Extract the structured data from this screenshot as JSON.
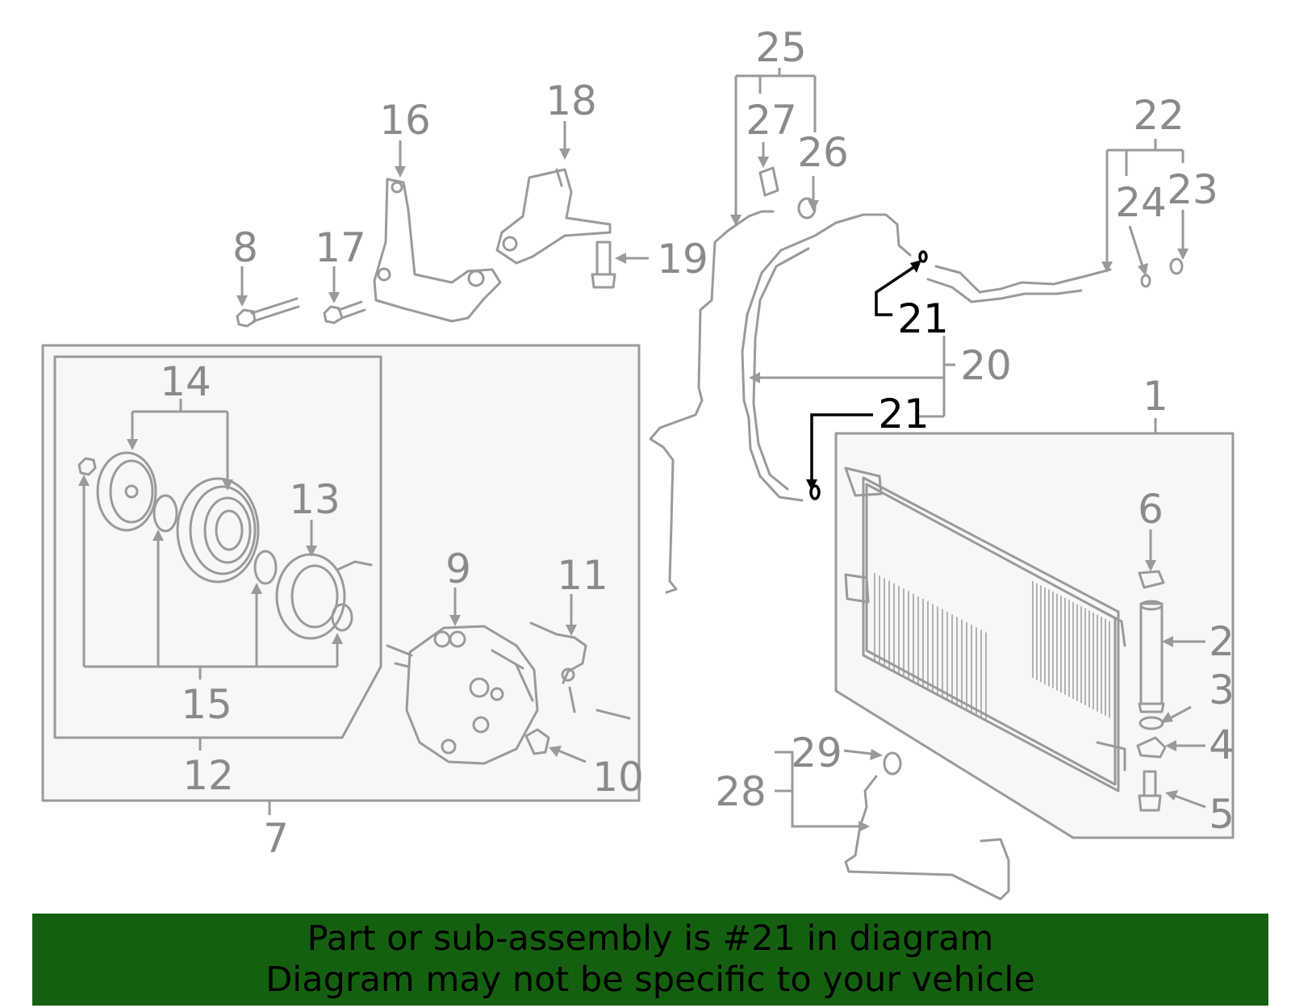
{
  "labels": {
    "p1": "1",
    "p2": "2",
    "p3": "3",
    "p4": "4",
    "p5": "5",
    "p6": "6",
    "p7": "7",
    "p8": "8",
    "p9": "9",
    "p10": "10",
    "p11": "11",
    "p12": "12",
    "p13": "13",
    "p14": "14",
    "p15": "15",
    "p16": "16",
    "p17": "17",
    "p18": "18",
    "p19": "19",
    "p20": "20",
    "p21a": "21",
    "p21b": "21",
    "p22": "22",
    "p23": "23",
    "p24": "24",
    "p25": "25",
    "p26": "26",
    "p27": "27",
    "p28": "28",
    "p29": "29"
  },
  "highlight": {
    "part": "21",
    "color": "#000000"
  },
  "colors": {
    "parts": "#9a9a9a",
    "label": "#8a8a8a",
    "banner_bg": "#156010"
  },
  "banner": {
    "line1": "Part or sub-assembly is #21 in diagram",
    "line2": "Diagram may not be specific to your vehicle"
  }
}
